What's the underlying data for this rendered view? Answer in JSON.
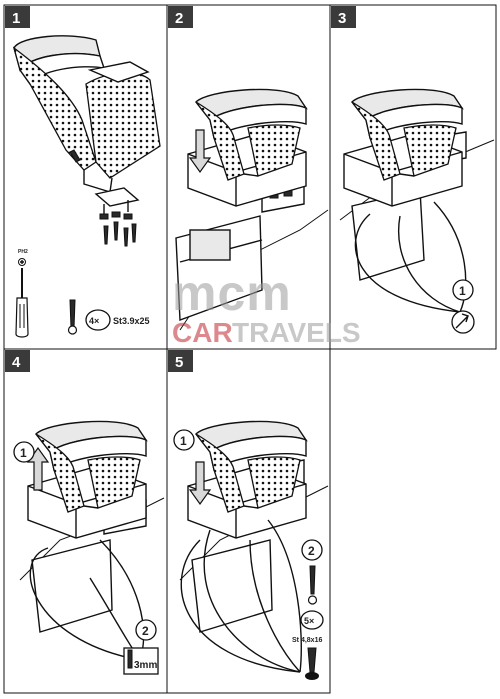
{
  "panels": [
    {
      "number": "1"
    },
    {
      "number": "2"
    },
    {
      "number": "3",
      "callout": "1"
    },
    {
      "number": "4",
      "callouts": [
        "1",
        "2"
      ],
      "drill_size": "3mm"
    },
    {
      "number": "5",
      "callouts": [
        "1",
        "2"
      ],
      "screw_count": "5×",
      "screw_spec": "St 4,8x16"
    }
  ],
  "panel1": {
    "screwdriver_label": "PH2",
    "screw_count": "4×",
    "screw_spec": "St3.9x25"
  },
  "watermark": {
    "logo": "mcm",
    "car": "CAR",
    "travels": "TRAVELS"
  },
  "colors": {
    "panel_tab": "#3a3a3a",
    "watermark_red": "#c1272d",
    "watermark_gray": "#9a9a9a"
  }
}
